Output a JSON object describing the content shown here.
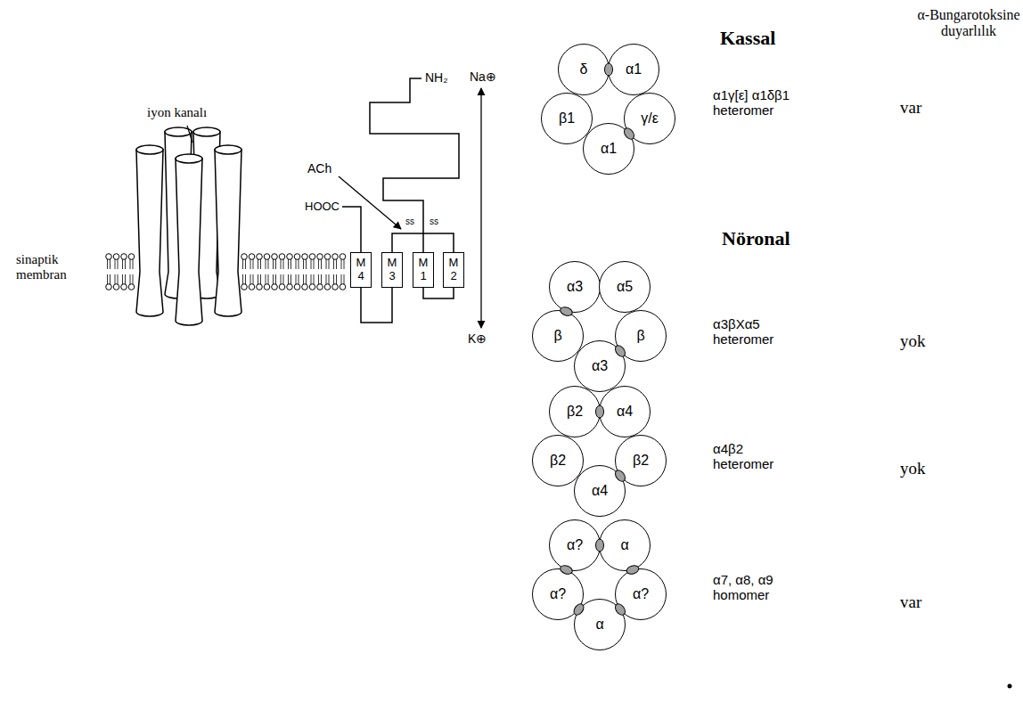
{
  "diagram": {
    "nodes": [
      {
        "text": [
          "M 4"
        ]
      },
      {
        "text": [
          "M 3"
        ]
      },
      {
        "text": [
          "M 1"
        ]
      },
      {
        "text": [
          "M 2"
        ]
      },
      {
        "text": [
          "δ"
        ]
      },
      {
        "text": [
          "α1"
        ]
      },
      {
        "text": [
          "β1"
        ]
      },
      {
        "text": [
          "γ/ε"
        ]
      },
      {
        "text": [
          "α1"
        ]
      },
      {
        "text": [
          "α3"
        ]
      },
      {
        "text": [
          "α5"
        ]
      },
      {
        "text": [
          "β"
        ]
      },
      {
        "text": [
          "β"
        ]
      },
      {
        "text": [
          "α3"
        ]
      },
      {
        "text": [
          "β2"
        ]
      },
      {
        "text": [
          "α4"
        ]
      },
      {
        "text": [
          "β2"
        ]
      },
      {
        "text": [
          "β2"
        ]
      },
      {
        "text": [
          "α4"
        ]
      },
      {
        "text": [
          "α?"
        ]
      },
      {
        "text": [
          "α"
        ]
      },
      {
        "text": [
          "α?"
        ]
      },
      {
        "text": [
          "α?"
        ]
      },
      {
        "text": [
          "α"
        ]
      }
    ],
    "edges": [
      {
        "from": 2,
        "to": 3,
        "arrow": "none"
      },
      {
        "from": 3,
        "to": 1,
        "arrow": "none"
      },
      {
        "from": 1,
        "to": 0,
        "arrow": "none"
      }
    ],
    "labels": [
      "iyon kanalı",
      "sinaptik membran",
      "NH₂",
      "HOOC",
      "ACh",
      "ss",
      "ss",
      "Na⊕",
      "K⊕",
      "Kassal",
      "α-Bungarotoksine duyarlılık",
      "α1γ[ε] α1δβ1 heteromer",
      "var",
      "Nöronal",
      "α3βXα5 heteromer",
      "yok",
      "α4β2 heteromer",
      "yok",
      "α7, α8, α9 homomer",
      "var"
    ]
  }
}
